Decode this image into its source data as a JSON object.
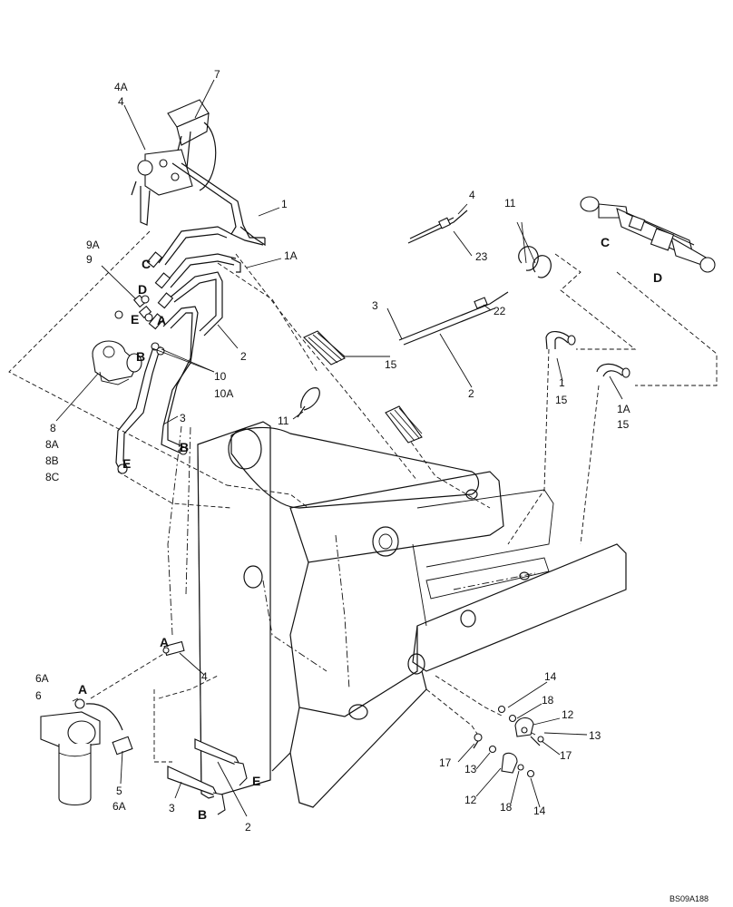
{
  "drawing_ref": "BS09A188",
  "callouts": [
    "7",
    "4A",
    "4",
    "1",
    "1A",
    "9A",
    "9",
    "2",
    "10",
    "10A",
    "8",
    "8A",
    "8B",
    "8C",
    "3",
    "11",
    "15",
    "4",
    "23",
    "11",
    "3",
    "22",
    "2",
    "1",
    "15",
    "1A",
    "15",
    "4",
    "6A",
    "6",
    "5",
    "6A",
    "3",
    "2",
    "14",
    "18",
    "12",
    "13",
    "17",
    "17",
    "13",
    "12",
    "18",
    "14"
  ],
  "connection_letters": [
    "C",
    "D",
    "E",
    "A",
    "B",
    "B",
    "E",
    "C",
    "D",
    "A",
    "A",
    "B",
    "E"
  ]
}
